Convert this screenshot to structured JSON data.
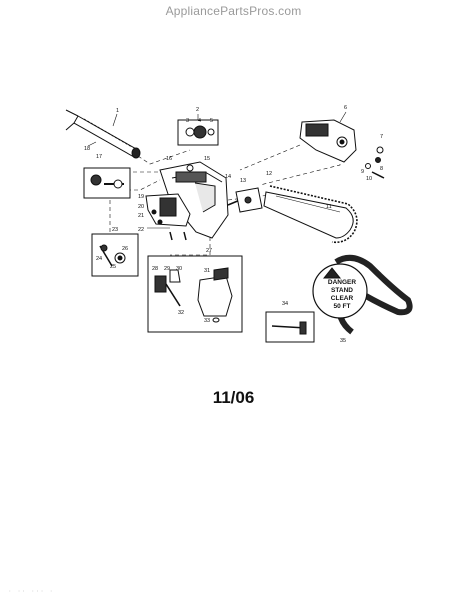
{
  "watermark": "AppliancePartsPros.com",
  "date_code": "11/06",
  "footer_text": "· ·· ··· ·",
  "callouts": {
    "c1": "1",
    "c2": "2",
    "c3": "3",
    "c4": "4",
    "c5": "5",
    "c6": "6",
    "c7": "7",
    "c8": "8",
    "c9": "9",
    "c10": "10",
    "c11": "11",
    "c12": "12",
    "c13": "13",
    "c14": "14",
    "c15": "15",
    "c16": "16",
    "c17": "17",
    "c18": "18",
    "c19": "19",
    "c20": "20",
    "c21": "21",
    "c22": "22",
    "c23": "23",
    "c24": "24",
    "c25": "25",
    "c26": "26",
    "c27": "27",
    "c28": "28",
    "c29": "29",
    "c30": "30",
    "c31": "31",
    "c32": "32",
    "c33": "33",
    "c34": "34",
    "c35": "35"
  },
  "sign_lines": [
    "DANGER",
    "STAND",
    "CLEAR",
    "50 FT"
  ]
}
